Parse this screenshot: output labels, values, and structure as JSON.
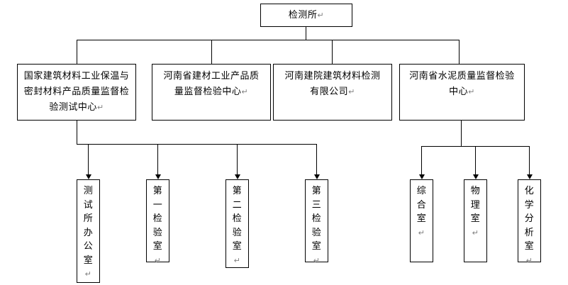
{
  "diagram": {
    "type": "organizational-chart",
    "title_text": "检测所",
    "root": {
      "label": "检测所",
      "mark": "↵"
    },
    "level2": [
      {
        "label": "国家建筑材料工业保温与密封材料产品质量监督检验测试中心",
        "mark": "↵"
      },
      {
        "label": "河南省建材工业产品质量监督检验中心",
        "mark": "↵"
      },
      {
        "label": "河南建院建筑材料检测有限公司",
        "mark": "↵"
      },
      {
        "label": "河南省水泥质量监督检验中心",
        "mark": "↵"
      }
    ],
    "level3_left": [
      {
        "label": "测试所办公室",
        "mark": "↵"
      },
      {
        "label": "第一检验室",
        "mark": "↵"
      },
      {
        "label": "第二检验室",
        "mark": "↵"
      },
      {
        "label": "第三检验室",
        "mark": "↵"
      }
    ],
    "level3_right": [
      {
        "label": "综合室",
        "mark": "↵"
      },
      {
        "label": "物理室",
        "mark": "↵"
      },
      {
        "label": "化学分析室",
        "mark": "↵"
      }
    ],
    "colors": {
      "line": "#000000",
      "box_border": "#000000",
      "box_fill": "#ffffff",
      "text": "#000000",
      "mark": "#808080",
      "background": "#ffffff"
    }
  }
}
